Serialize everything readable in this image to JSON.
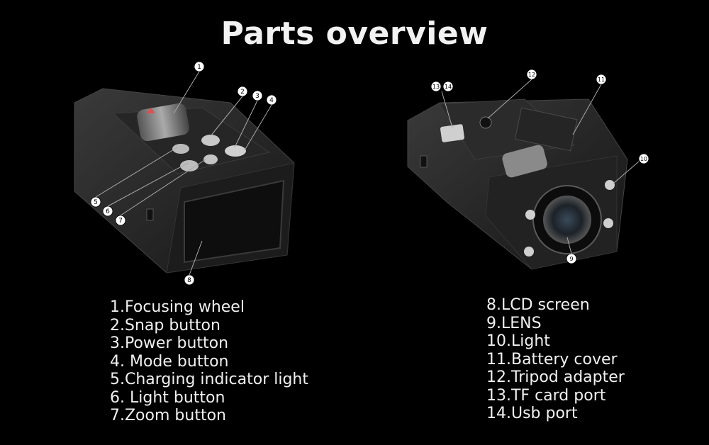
{
  "title": "Parts overview",
  "callouts": [
    "1",
    "2",
    "3",
    "4",
    "5",
    "6",
    "7",
    "8",
    "9",
    "10",
    "11",
    "12",
    "13",
    "14"
  ],
  "parts_left": [
    "1.Focusing wheel",
    "2.Snap button",
    "3.Power button",
    "4. Mode button",
    "5.Charging indicator light",
    "6. Light button",
    "7.Zoom button"
  ],
  "parts_right": [
    "8.LCD screen",
    "9.LENS",
    "10.Light",
    "11.Battery cover",
    "12.Tripod adapter",
    "13.TF card port",
    "14.Usb port"
  ],
  "colors": {
    "background": "#000000",
    "device_body": "#2a2a2a",
    "text": "#f0f0f0"
  }
}
